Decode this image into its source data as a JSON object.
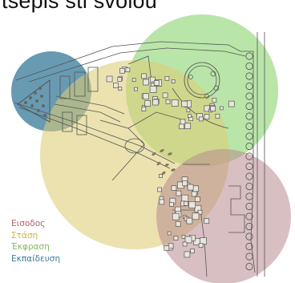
{
  "header": {
    "text": "tsepis sti svolou"
  },
  "legend": {
    "items": [
      {
        "label": "Εισοδος",
        "color": "#b0636a"
      },
      {
        "label": "Στάση",
        "color": "#c4b64a"
      },
      {
        "label": "Έκφραση",
        "color": "#86b85c"
      },
      {
        "label": "Εκπαίδευση",
        "color": "#3d7e9c"
      }
    ]
  },
  "zones": [
    {
      "name": "education",
      "color": "#3d7e9c"
    },
    {
      "name": "expression",
      "color": "#86d36b"
    },
    {
      "name": "rest",
      "color": "#dccd76"
    },
    {
      "name": "entrance",
      "color": "#b88a90"
    }
  ]
}
